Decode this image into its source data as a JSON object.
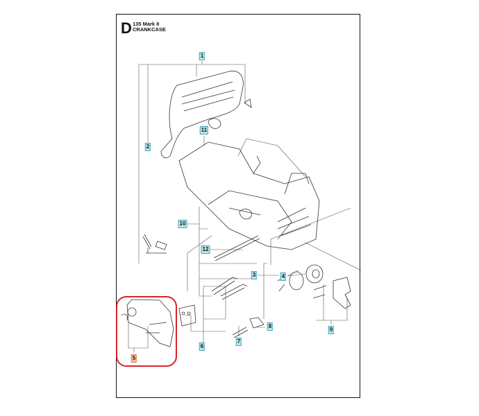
{
  "header": {
    "section_letter": "D",
    "model": "135 Mark II",
    "title": "CRANKCASE"
  },
  "callouts": [
    {
      "id": "1",
      "label": "1"
    },
    {
      "id": "2",
      "label": "2"
    },
    {
      "id": "11",
      "label": "11"
    },
    {
      "id": "10",
      "label": "10"
    },
    {
      "id": "12",
      "label": "12"
    },
    {
      "id": "3",
      "label": "3"
    },
    {
      "id": "4",
      "label": "4"
    },
    {
      "id": "5",
      "label": "5",
      "highlighted": true
    },
    {
      "id": "6",
      "label": "6"
    },
    {
      "id": "7",
      "label": "7"
    },
    {
      "id": "8",
      "label": "8"
    },
    {
      "id": "9",
      "label": "9"
    }
  ],
  "colors": {
    "highlight_ring": "#d8232a",
    "callout_fill": "#bfe8ee",
    "callout_highlight": "#f5c7a8"
  }
}
